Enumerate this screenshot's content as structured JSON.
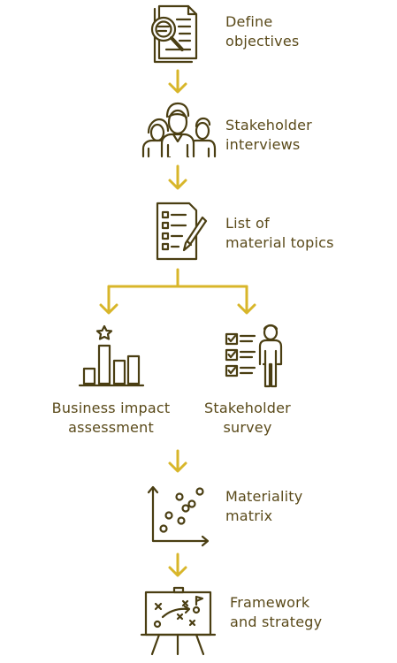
{
  "colors": {
    "icon": "#4a3e12",
    "arrow": "#d8b62a",
    "text": "#5a4a1a"
  },
  "steps": [
    {
      "icon": "document-magnifier-icon",
      "line1": "Define",
      "line2": "objectives"
    },
    {
      "icon": "people-group-icon",
      "line1": "Stakeholder",
      "line2": "interviews"
    },
    {
      "icon": "checklist-pencil-icon",
      "line1": "List of",
      "line2": "material topics"
    },
    {
      "icon": "bar-chart-star-icon",
      "line1": "Business impact",
      "line2": "assessment"
    },
    {
      "icon": "survey-person-icon",
      "line1": "Stakeholder",
      "line2": "survey"
    },
    {
      "icon": "scatter-plot-icon",
      "line1": "Materiality",
      "line2": "matrix"
    },
    {
      "icon": "strategy-board-icon",
      "line1": "Framework",
      "line2": "and strategy"
    }
  ]
}
